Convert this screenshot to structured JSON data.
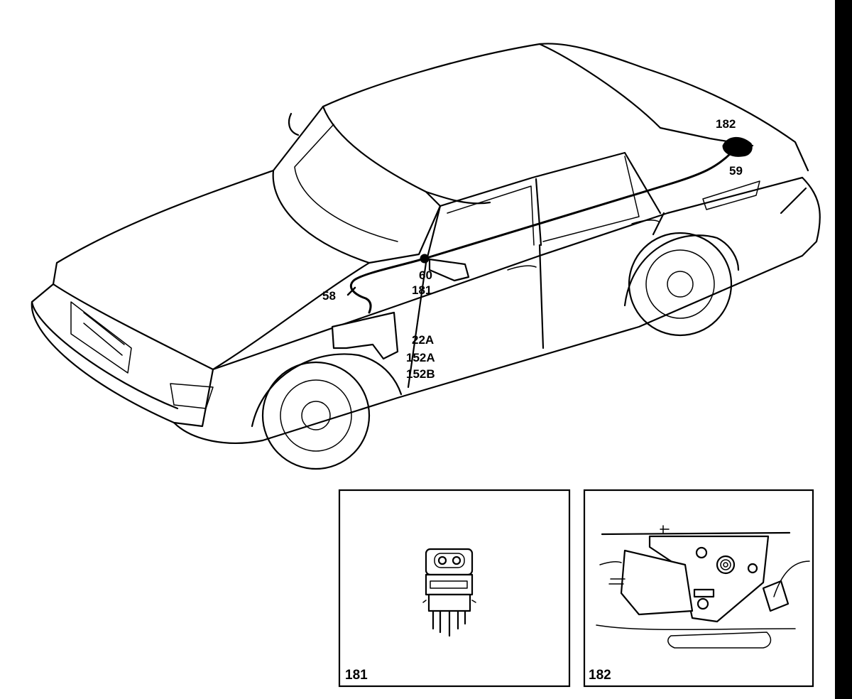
{
  "callouts": {
    "c182_top": "182",
    "c59": "59",
    "c60": "60",
    "c181": "181",
    "c58": "58",
    "c22a": "22A",
    "c152a": "152A",
    "c152b": "152B"
  },
  "insets": {
    "left_caption": "181",
    "right_caption": "182"
  },
  "icons": {
    "switch": "rocker-switch-icon",
    "motor": "mirror-motor-icon"
  },
  "colors": {
    "ink": "#000000",
    "paper": "#ffffff"
  }
}
